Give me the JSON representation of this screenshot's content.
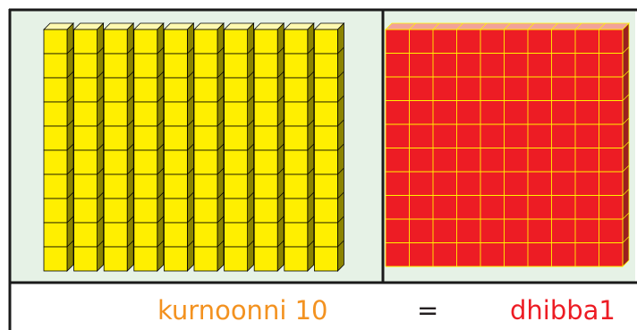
{
  "equation": {
    "left_label": "kurnoonni 10",
    "operator": "=",
    "right_label": "dhibba1"
  },
  "rods": {
    "count": 10,
    "cubes_per_rod": 10,
    "face_color": "#ffef00",
    "top_color": "#fff9b0",
    "side_color": "#8c8400",
    "edge_color": "#000000"
  },
  "flat": {
    "rows": 10,
    "cols": 10,
    "face_color": "#ed1c24",
    "top_color": "#f2a29a",
    "side_color": "#9b1f1f",
    "grid_color": "#fff200"
  },
  "colors": {
    "panel_background": "#e6f2e6",
    "border": "#1a1a1a",
    "left_label": "#f39220",
    "operator": "#231f20",
    "right_label": "#ed1c24"
  }
}
